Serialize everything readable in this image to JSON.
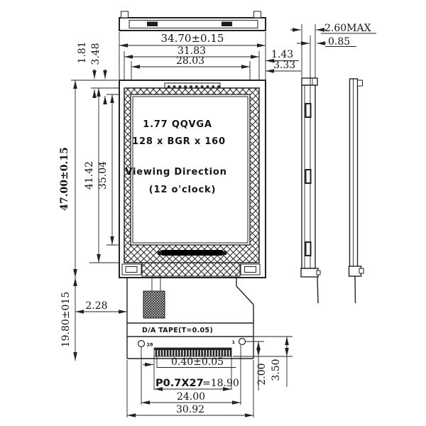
{
  "display_area": {
    "line1": "1.77  QQVGA",
    "line2": "128 x BGR x 160",
    "line3": "Viewing Direction",
    "line4": "(12 o'clock)"
  },
  "dims": {
    "overall_width": "34.70±0.15",
    "glass_width": "31.83",
    "active_width": "28.03",
    "right_offset_small": "1.43",
    "right_offset_large": "3.33",
    "left_offset_small": "1.81",
    "left_offset_large": "3.48",
    "overall_height": "47.00±0.15",
    "glass_height": "41.42",
    "active_height": "35.04",
    "tail_length": "19.80±015",
    "stiffener_offset": "2.28",
    "thickness_max": "2.60MAX",
    "glass_thickness": "0.85",
    "pin_width": "0.40±0.05",
    "pitch_formula": "P0.7X27",
    "pitch_result": "=18.90",
    "hole_span": "24.00",
    "tail_width": "30.92",
    "pin_length": "2.00",
    "hole_offset": "3.50"
  },
  "labels": {
    "tape": "D/A TAPE(T=0.05)",
    "pin_last": "28",
    "pin_first": "1"
  },
  "colors": {
    "ink": "#1f1f1f",
    "paper": "#ffffff"
  }
}
